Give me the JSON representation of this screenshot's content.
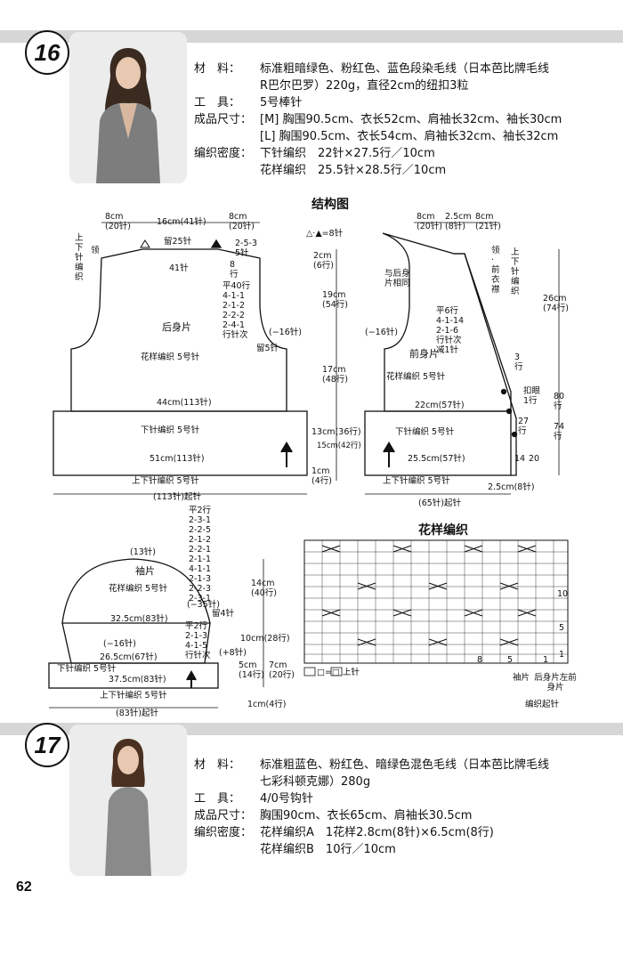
{
  "page_number": "62",
  "p16": {
    "number": "16",
    "materials_label": "材　料：",
    "materials_1": "标准粗暗绿色、粉红色、蓝色段染毛线（日本芭比牌毛线",
    "materials_2": "R巴尔巴罗）220g，直径2cm的纽扣3粒",
    "tools_label": "工　具：",
    "tools": "5号棒针",
    "size_label": "成品尺寸：",
    "size_m": "[M] 胸围90.5cm、衣长52cm、肩袖长32cm、袖长30cm",
    "size_l": "[L] 胸围90.5cm、衣长54cm、肩袖长32cm、袖长32cm",
    "density_label": "编织密度：",
    "density_1": "下针编织　22针×27.5行／10cm",
    "density_2": "花样编织　25.5针×28.5行／10cm"
  },
  "p17": {
    "number": "17",
    "materials_label": "材　料：",
    "materials_1": "标准粗蓝色、粉红色、暗绿色混色毛线（日本芭比牌毛线",
    "materials_2": "七彩科顿克娜）280g",
    "tools_label": "工　具：",
    "tools": "4/0号钩针",
    "size_label": "成品尺寸：",
    "size": "胸围90cm、衣长65cm、肩袖长30.5cm",
    "density_label": "编织密度：",
    "density_1": "花样编织A　1花样2.8cm(8针)×6.5cm(8行)",
    "density_2": "花样编织B　10行／10cm"
  },
  "diagram": {
    "title": "结构图",
    "legend_shape": "△·▲=8针",
    "back": {
      "name": "后身片",
      "top_l": "8cm",
      "top_l2": "(20针)",
      "top_m": "16cm(41针)",
      "top_r": "8cm",
      "top_r2": "(20针)",
      "collar": "领",
      "side_note": "上下针编织",
      "bind25": "留25针",
      "n41": "41针",
      "rule_253": "2-5-3",
      "rule_5": "5针",
      "n8": "8",
      "hang": "行",
      "flat40": "平40行",
      "d1": "4-1-1",
      "d2": "2-1-2",
      "d3": "2-2-2",
      "d4": "2-4-1",
      "dec": "行针次",
      "m16": "(−16针)",
      "bind5": "留5针",
      "pattern": "花样编织 5号针",
      "w44": "44cm(113针)",
      "rib": "下针编织 5号针",
      "w51": "51cm(113针)",
      "edge": "上下针编织 5号针",
      "cast": "(113针)起针"
    },
    "mid": {
      "h2": "2cm",
      "h2b": "(6行)",
      "h19": "19cm",
      "h19b": "(54行)",
      "h17": "17cm",
      "h17b": "(48行)",
      "h13": "13cm(36行)",
      "h15": "15cm(42行)",
      "h1": "1cm",
      "h1b": "(4行)"
    },
    "front": {
      "name": "前身片",
      "top_l": "8cm",
      "top_l2": "(20针)",
      "top_m": "2.5cm",
      "top_m2": "(8针)",
      "top_r": "8cm",
      "top_r2": "(21针)",
      "same": "与后身片相同",
      "collar": "领·前衣襟",
      "side_note": "上下针编织",
      "flat6": "平6行",
      "r1": "4-1-14",
      "r2": "2-1-6",
      "dec": "行针次",
      "dec1": "减1针",
      "m16": "(−16针)",
      "h26": "26cm",
      "h26b": "(74行)",
      "h80": "80行",
      "h74": "74行",
      "r3": "3行",
      "r27": "27行",
      "btn": "扣眼1行",
      "n14": "14",
      "n20": "20",
      "pattern": "花样编织 5号针",
      "w22": "22cm(57针)",
      "rib": "下针编织 5号针",
      "w25": "25.5cm(57针)",
      "edge": "上下针编织 5号针",
      "w2": "2.5cm(8针)",
      "cast": "(65针)起针"
    },
    "sleeve": {
      "name": "袖片",
      "top": "(13针)",
      "flat2": "平2行",
      "s1": "2-3-1",
      "s2": "2-2-5",
      "s3": "2-1-2",
      "s4": "2-2-1",
      "s5": "2-1-1",
      "s6": "4-1-1",
      "s7": "2-1-3",
      "s8": "2-2-3",
      "s9": "2-3-1",
      "bind4": "留4针",
      "m35": "(−35针)",
      "pattern": "花样编织 5号针",
      "w32": "32.5cm(83针)",
      "h14": "14cm",
      "h14b": "(40行)",
      "h10": "10cm(28行)",
      "m16": "(−16针)",
      "w26": "26.5cm(67针)",
      "flat2b": "平2行",
      "u1": "2-1-3",
      "u2": "4-1-5",
      "dec": "行针次",
      "p8": "(+8针)",
      "h5": "5cm",
      "h5b": "(14行)",
      "h7": "7cm",
      "h7b": "(20行)",
      "rib": "下针编织 5号针",
      "w37": "37.5cm(83针)",
      "edge": "上下针编织 5号针",
      "h1": "1cm(4行)",
      "cast": "(83针)起针"
    }
  },
  "pattern_chart": {
    "title": "花样编织",
    "row5": "5",
    "row10": "10",
    "row1": "1",
    "col8": "8",
    "col5": "5",
    "col1": "1",
    "legend": "□=□ 上针",
    "sleeve": "袖片",
    "left_front": "后身片左前身片",
    "start": "编织起针"
  }
}
